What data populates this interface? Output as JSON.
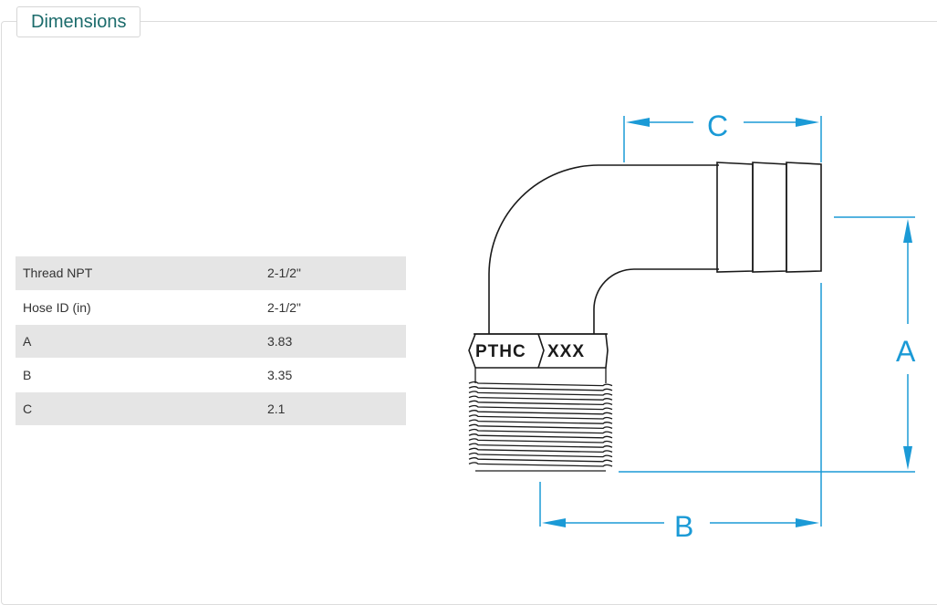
{
  "section": {
    "title": "Dimensions"
  },
  "specs": [
    {
      "label": "Thread NPT",
      "value": "2-1/2\""
    },
    {
      "label": "Hose ID (in)",
      "value": "2-1/2\""
    },
    {
      "label": "A",
      "value": "3.83"
    },
    {
      "label": "B",
      "value": "3.35"
    },
    {
      "label": "C",
      "value": "2.1"
    }
  ],
  "drawing": {
    "brand_text": "PTHC",
    "model_text": "XXX",
    "dim_a": "A",
    "dim_b": "B",
    "dim_c": "C",
    "dim_color": "#1b9ad6",
    "line_color": "#1a1a1a"
  }
}
